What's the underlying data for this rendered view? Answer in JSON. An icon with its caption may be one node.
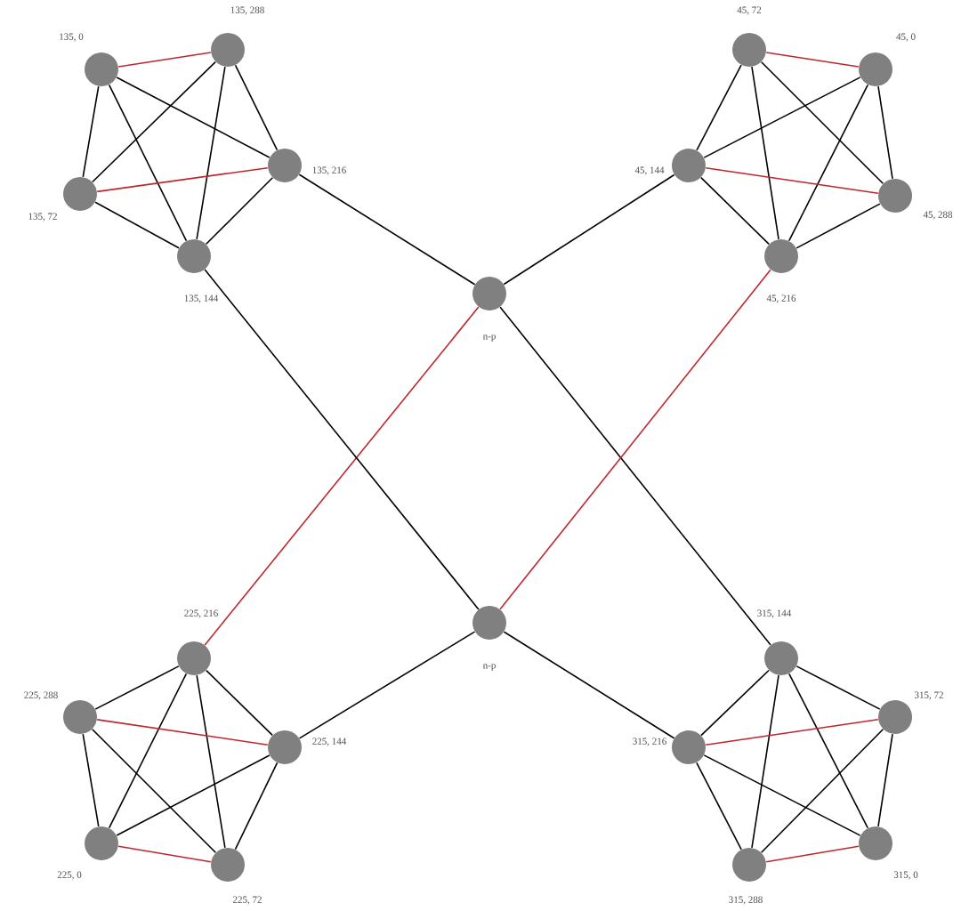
{
  "diagram": {
    "nodes": [
      {
        "text": [],
        "shape": "circle",
        "beside": [
          "135, 0"
        ]
      },
      {
        "text": [],
        "shape": "circle",
        "beside": [
          "135, 288"
        ]
      },
      {
        "text": [],
        "shape": "circle",
        "beside": [
          "135, 216"
        ]
      },
      {
        "text": [],
        "shape": "circle",
        "beside": [
          "135, 72"
        ]
      },
      {
        "text": [],
        "shape": "circle",
        "beside": [
          "135, 144"
        ]
      },
      {
        "text": [],
        "shape": "circle",
        "beside": [
          "n-p"
        ]
      },
      {
        "text": [],
        "shape": "circle",
        "beside": [
          "45, 72"
        ]
      },
      {
        "text": [],
        "shape": "circle",
        "beside": [
          "45, 0"
        ]
      },
      {
        "text": [],
        "shape": "circle",
        "beside": [
          "45, 144"
        ]
      },
      {
        "text": [],
        "shape": "circle",
        "beside": [
          "45, 288"
        ]
      },
      {
        "text": [],
        "shape": "circle",
        "beside": [
          "45, 216"
        ]
      },
      {
        "text": [],
        "shape": "circle",
        "beside": [
          "n-p"
        ]
      },
      {
        "text": [],
        "shape": "circle",
        "beside": [
          "225, 216"
        ]
      },
      {
        "text": [],
        "shape": "circle",
        "beside": [
          "225, 288"
        ]
      },
      {
        "text": [],
        "shape": "circle",
        "beside": [
          "225, 144"
        ]
      },
      {
        "text": [],
        "shape": "circle",
        "beside": [
          "225, 0"
        ]
      },
      {
        "text": [],
        "shape": "circle",
        "beside": [
          "225, 72"
        ]
      },
      {
        "text": [],
        "shape": "circle",
        "beside": [
          "315, 144"
        ]
      },
      {
        "text": [],
        "shape": "circle",
        "beside": [
          "315, 72"
        ]
      },
      {
        "text": [],
        "shape": "circle",
        "beside": [
          "315, 216"
        ]
      },
      {
        "text": [],
        "shape": "circle",
        "beside": [
          "315, 0"
        ]
      },
      {
        "text": [],
        "shape": "circle",
        "beside": [
          "315, 288"
        ]
      }
    ],
    "edges": [
      {
        "from": 0,
        "to": 1,
        "arrow": "none",
        "color": "#c0272d"
      },
      {
        "from": 0,
        "to": 2,
        "arrow": "none"
      },
      {
        "from": 0,
        "to": 3,
        "arrow": "none"
      },
      {
        "from": 0,
        "to": 4,
        "arrow": "none"
      },
      {
        "from": 1,
        "to": 2,
        "arrow": "none"
      },
      {
        "from": 1,
        "to": 3,
        "arrow": "none"
      },
      {
        "from": 1,
        "to": 4,
        "arrow": "none"
      },
      {
        "from": 2,
        "to": 3,
        "arrow": "none",
        "color": "#c0272d"
      },
      {
        "from": 2,
        "to": 4,
        "arrow": "none"
      },
      {
        "from": 3,
        "to": 4,
        "arrow": "none"
      },
      {
        "from": 6,
        "to": 7,
        "arrow": "none",
        "color": "#c0272d"
      },
      {
        "from": 6,
        "to": 8,
        "arrow": "none"
      },
      {
        "from": 6,
        "to": 9,
        "arrow": "none"
      },
      {
        "from": 6,
        "to": 10,
        "arrow": "none"
      },
      {
        "from": 7,
        "to": 8,
        "arrow": "none"
      },
      {
        "from": 7,
        "to": 9,
        "arrow": "none"
      },
      {
        "from": 7,
        "to": 10,
        "arrow": "none"
      },
      {
        "from": 8,
        "to": 9,
        "arrow": "none",
        "color": "#c0272d"
      },
      {
        "from": 8,
        "to": 10,
        "arrow": "none"
      },
      {
        "from": 9,
        "to": 10,
        "arrow": "none"
      },
      {
        "from": 12,
        "to": 13,
        "arrow": "none"
      },
      {
        "from": 12,
        "to": 14,
        "arrow": "none"
      },
      {
        "from": 12,
        "to": 15,
        "arrow": "none"
      },
      {
        "from": 12,
        "to": 16,
        "arrow": "none"
      },
      {
        "from": 13,
        "to": 14,
        "arrow": "none",
        "color": "#c0272d"
      },
      {
        "from": 13,
        "to": 15,
        "arrow": "none"
      },
      {
        "from": 13,
        "to": 16,
        "arrow": "none"
      },
      {
        "from": 14,
        "to": 15,
        "arrow": "none"
      },
      {
        "from": 14,
        "to": 16,
        "arrow": "none"
      },
      {
        "from": 15,
        "to": 16,
        "arrow": "none",
        "color": "#c0272d"
      },
      {
        "from": 17,
        "to": 18,
        "arrow": "none"
      },
      {
        "from": 17,
        "to": 19,
        "arrow": "none"
      },
      {
        "from": 17,
        "to": 20,
        "arrow": "none"
      },
      {
        "from": 17,
        "to": 21,
        "arrow": "none"
      },
      {
        "from": 18,
        "to": 19,
        "arrow": "none",
        "color": "#c0272d"
      },
      {
        "from": 18,
        "to": 20,
        "arrow": "none"
      },
      {
        "from": 18,
        "to": 21,
        "arrow": "none"
      },
      {
        "from": 19,
        "to": 20,
        "arrow": "none"
      },
      {
        "from": 19,
        "to": 21,
        "arrow": "none"
      },
      {
        "from": 20,
        "to": 21,
        "arrow": "none",
        "color": "#c0272d"
      },
      {
        "from": 2,
        "to": 5,
        "arrow": "none"
      },
      {
        "from": 8,
        "to": 5,
        "arrow": "none"
      },
      {
        "from": 5,
        "to": 12,
        "arrow": "none",
        "color": "#c0272d"
      },
      {
        "from": 5,
        "to": 17,
        "arrow": "none"
      },
      {
        "from": 4,
        "to": 11,
        "arrow": "none"
      },
      {
        "from": 10,
        "to": 11,
        "arrow": "none",
        "color": "#c0272d"
      },
      {
        "from": 11,
        "to": 14,
        "arrow": "none"
      },
      {
        "from": 11,
        "to": 19,
        "arrow": "none"
      }
    ]
  }
}
